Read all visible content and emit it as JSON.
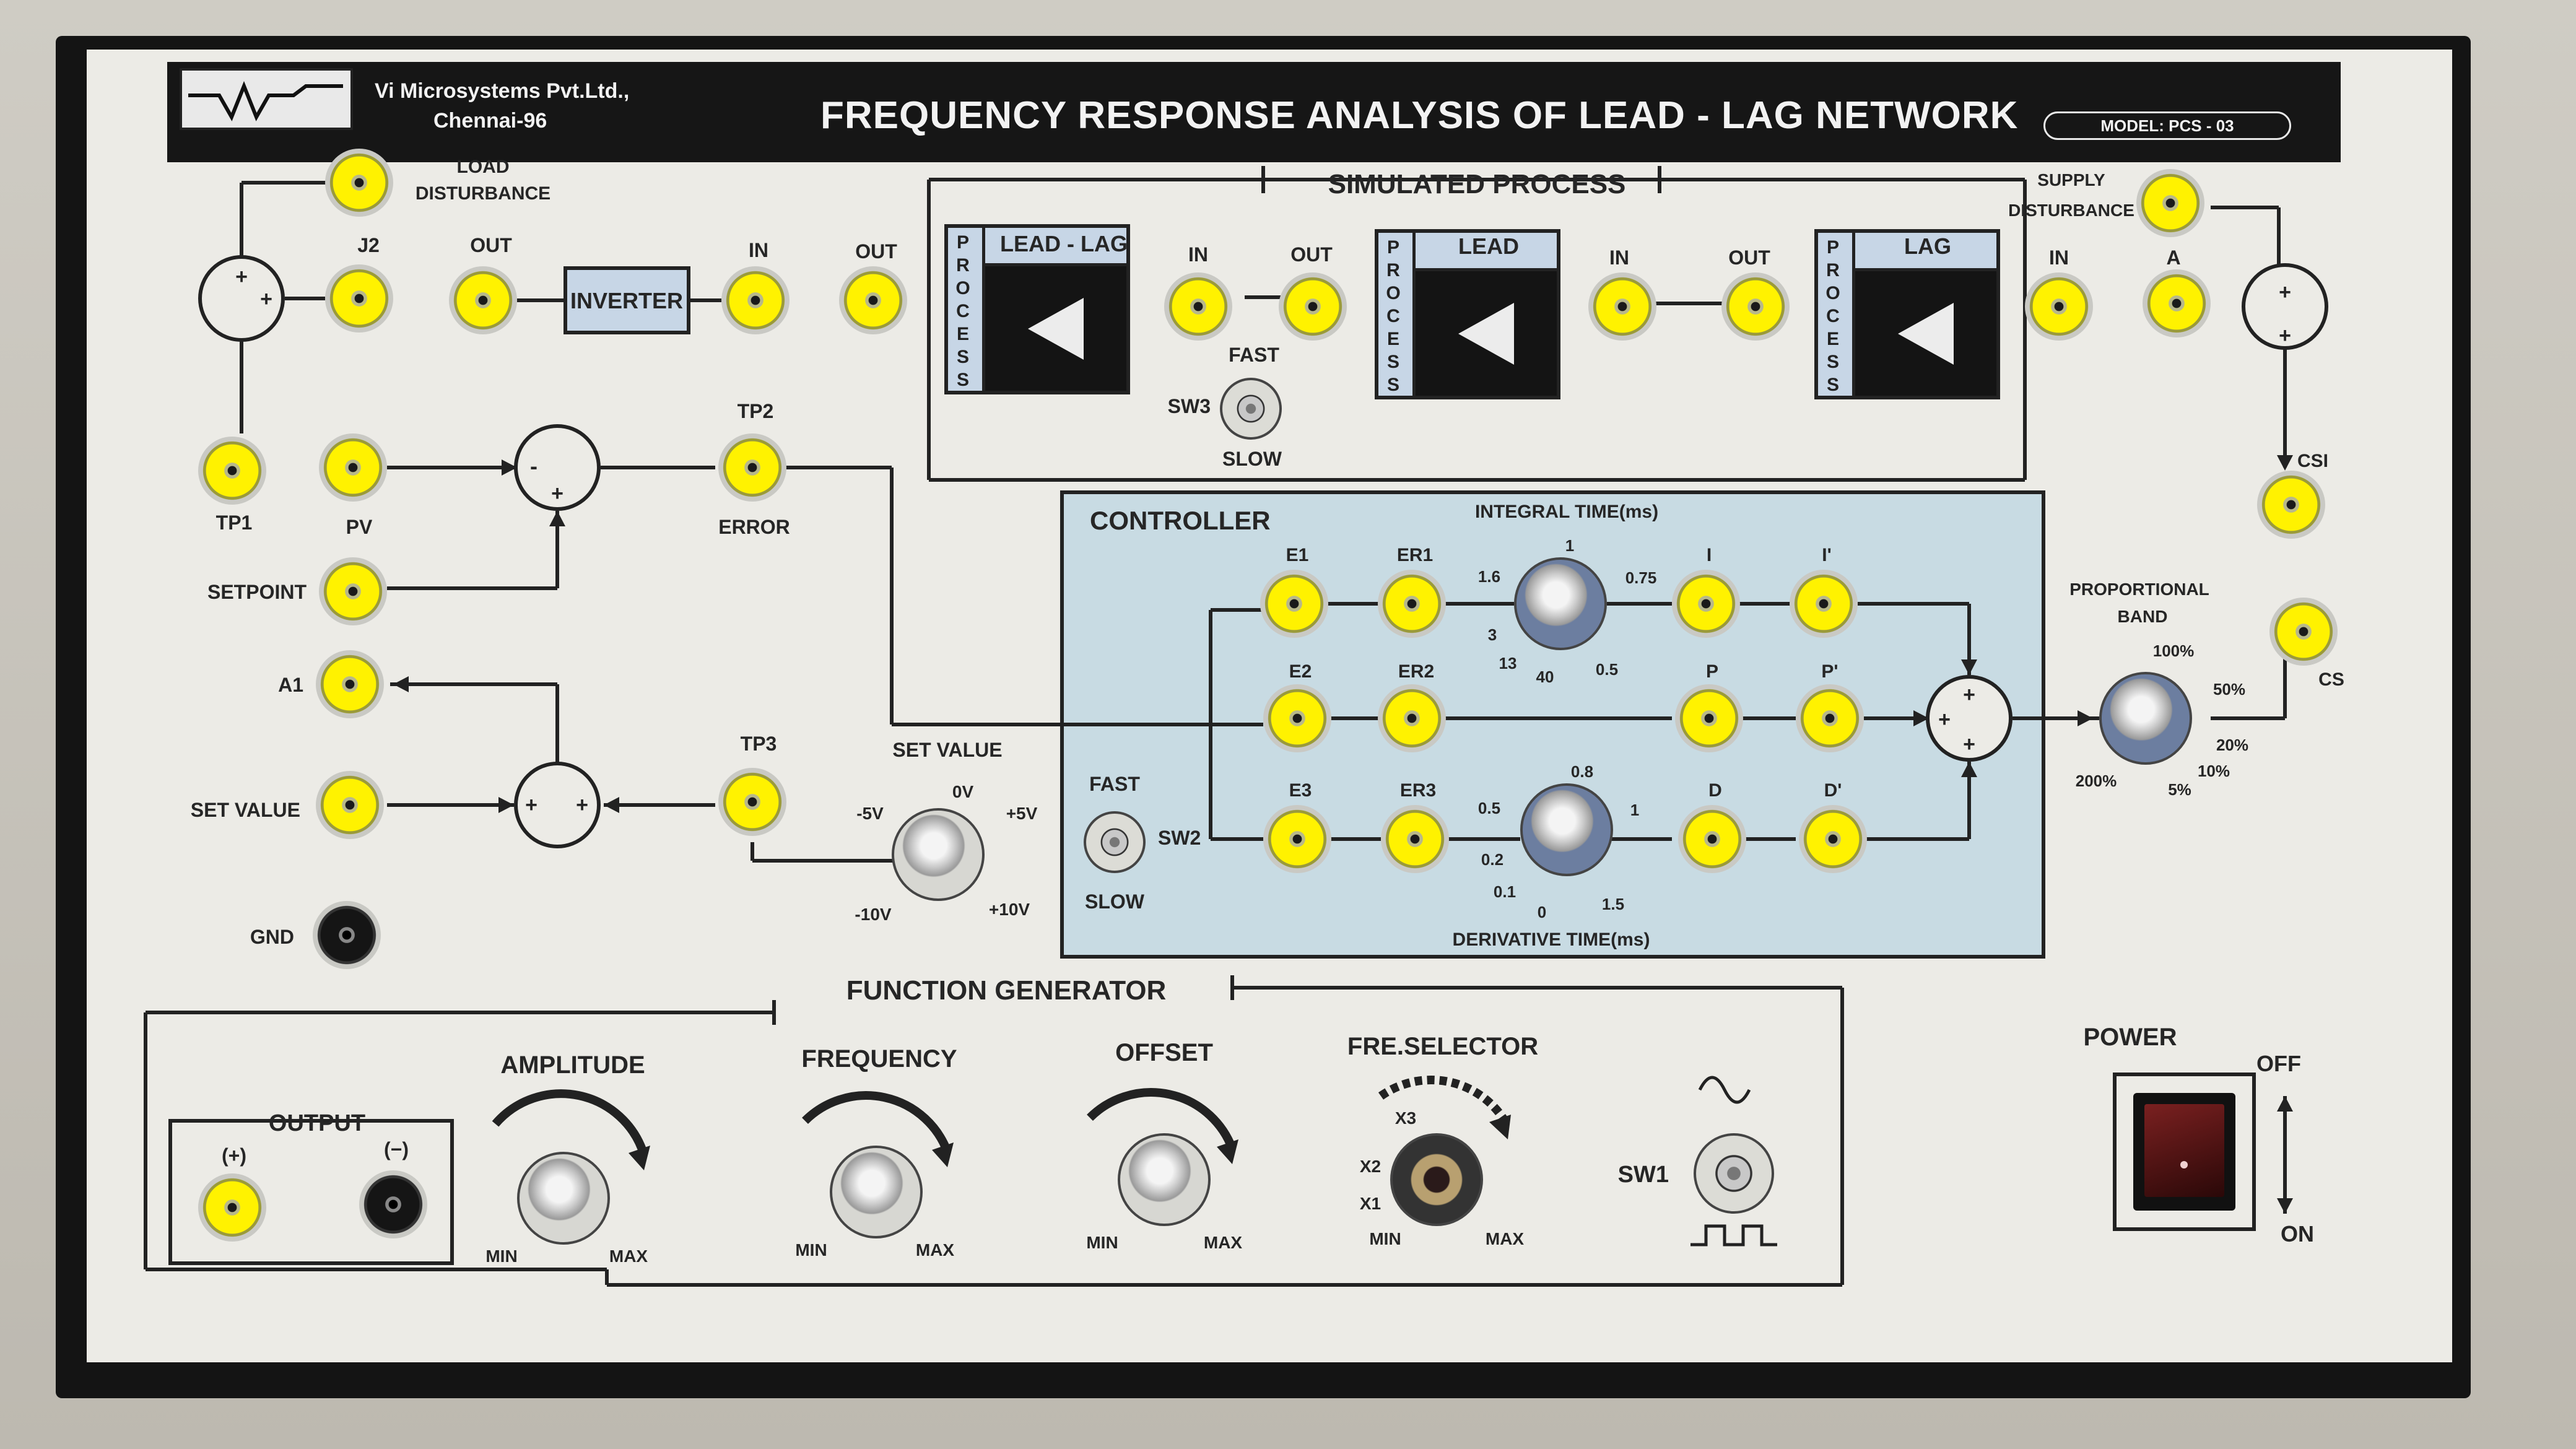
{
  "header": {
    "company_line1": "Vi Microsystems Pvt.Ltd.,",
    "company_line2": "Chennai-96",
    "title": "FREQUENCY RESPONSE ANALYSIS OF LEAD -  LAG NETWORK",
    "model": "MODEL: PCS - 03"
  },
  "labels": {
    "load_disturbance_1": "LOAD",
    "load_disturbance_2": "DISTURBANCE",
    "j2": "J2",
    "out1": "OUT",
    "inverter": "INVERTER",
    "in1": "IN",
    "out2": "OUT",
    "simulated_process": "SIMULATED PROCESS",
    "lead_lag": "LEAD - LAG",
    "in2": "IN",
    "out3": "OUT",
    "fast1": "FAST",
    "sw3": "SW3",
    "slow1": "SLOW",
    "lead": "LEAD",
    "in3": "IN",
    "out4": "OUT",
    "lag": "LAG",
    "in4": "IN",
    "a": "A",
    "supply_1": "SUPPLY",
    "supply_2": "DISTURBANCE",
    "process_letters": [
      "P",
      "R",
      "O",
      "C",
      "E",
      "S",
      "S"
    ],
    "tp1": "TP1",
    "pv": "PV",
    "tp2": "TP2",
    "error": "ERROR",
    "setpoint": "SETPOINT",
    "a1": "A1",
    "set_value": "SET VALUE",
    "tp3": "TP3",
    "set_value_title": "SET VALUE",
    "m5v": "-5V",
    "zerov": "0V",
    "p5v": "+5V",
    "m10v": "-10V",
    "p10v": "+10V",
    "gnd": "GND",
    "controller": "CONTROLLER",
    "integral_time": "INTEGRAL TIME(ms)",
    "e1": "E1",
    "er1": "ER1",
    "i": "I",
    "i_prime": "I'",
    "e2": "E2",
    "er2": "ER2",
    "p": "P",
    "p_prime": "P'",
    "e3": "E3",
    "er3": "ER3",
    "d": "D",
    "d_prime": "D'",
    "it_1": "1",
    "it_075": "0.75",
    "it_16": "1.6",
    "it_3": "3",
    "it_13": "13",
    "it_40": "40",
    "it_05": "0.5",
    "derivative_time": "DERIVATIVE TIME(ms)",
    "dt_08": "0.8",
    "dt_1": "1",
    "dt_05": "0.5",
    "dt_02": "0.2",
    "dt_01": "0.1",
    "dt_0": "0",
    "dt_15": "1.5",
    "fast2": "FAST",
    "sw2": "SW2",
    "slow2": "SLOW",
    "csi": "CSI",
    "cs": "CS",
    "prop_band_1": "PROPORTIONAL",
    "prop_band_2": "BAND",
    "pb_100": "100%",
    "pb_50": "50%",
    "pb_20": "20%",
    "pb_10": "10%",
    "pb_5": "5%",
    "pb_200": "200%",
    "function_generator": "FUNCTION GENERATOR",
    "output": "OUTPUT",
    "plus": "(+)",
    "minus": "(−)",
    "amplitude": "AMPLITUDE",
    "frequency": "FREQUENCY",
    "offset": "OFFSET",
    "fre_selector": "FRE.SELECTOR",
    "x3": "X3",
    "x2": "X2",
    "x1": "X1",
    "min": "MIN",
    "max": "MAX",
    "sw1": "SW1",
    "power": "POWER",
    "off": "OFF",
    "on": "ON"
  },
  "sum_signs": {
    "top": [
      "+",
      "+"
    ],
    "error": [
      "-",
      "+"
    ],
    "setvalue": [
      "+",
      "+"
    ],
    "supply": [
      "+",
      "+"
    ],
    "controller": [
      "+",
      "+",
      "+"
    ]
  }
}
